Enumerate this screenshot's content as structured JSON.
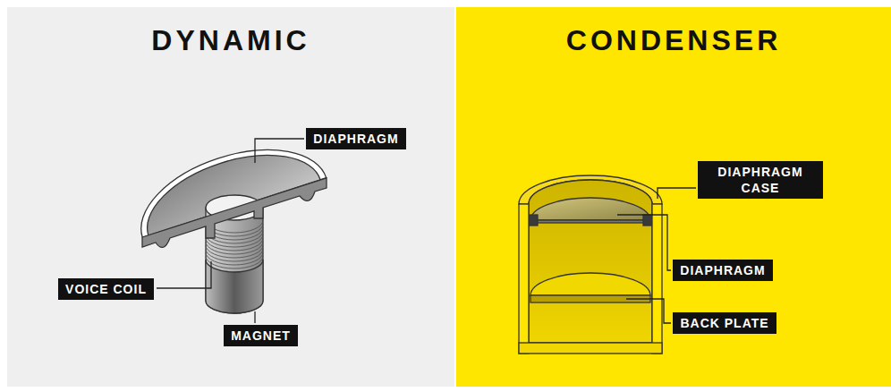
{
  "diagram": {
    "nodes": [
      {
        "text": [
          "DYNAMIC"
        ]
      },
      {
        "text": [
          "DIAPHRAGM"
        ],
        "in": 0
      },
      {
        "text": [
          "VOICE COIL"
        ],
        "in": 0
      },
      {
        "text": [
          "MAGNET"
        ],
        "in": 0
      },
      {
        "text": [
          "CONDENSER"
        ]
      },
      {
        "text": [
          "DIAPHRAGM CASE"
        ],
        "in": 4
      },
      {
        "text": [
          "DIAPHRAGM"
        ],
        "in": 4
      },
      {
        "text": [
          "BACK PLATE"
        ],
        "in": 4
      }
    ]
  }
}
